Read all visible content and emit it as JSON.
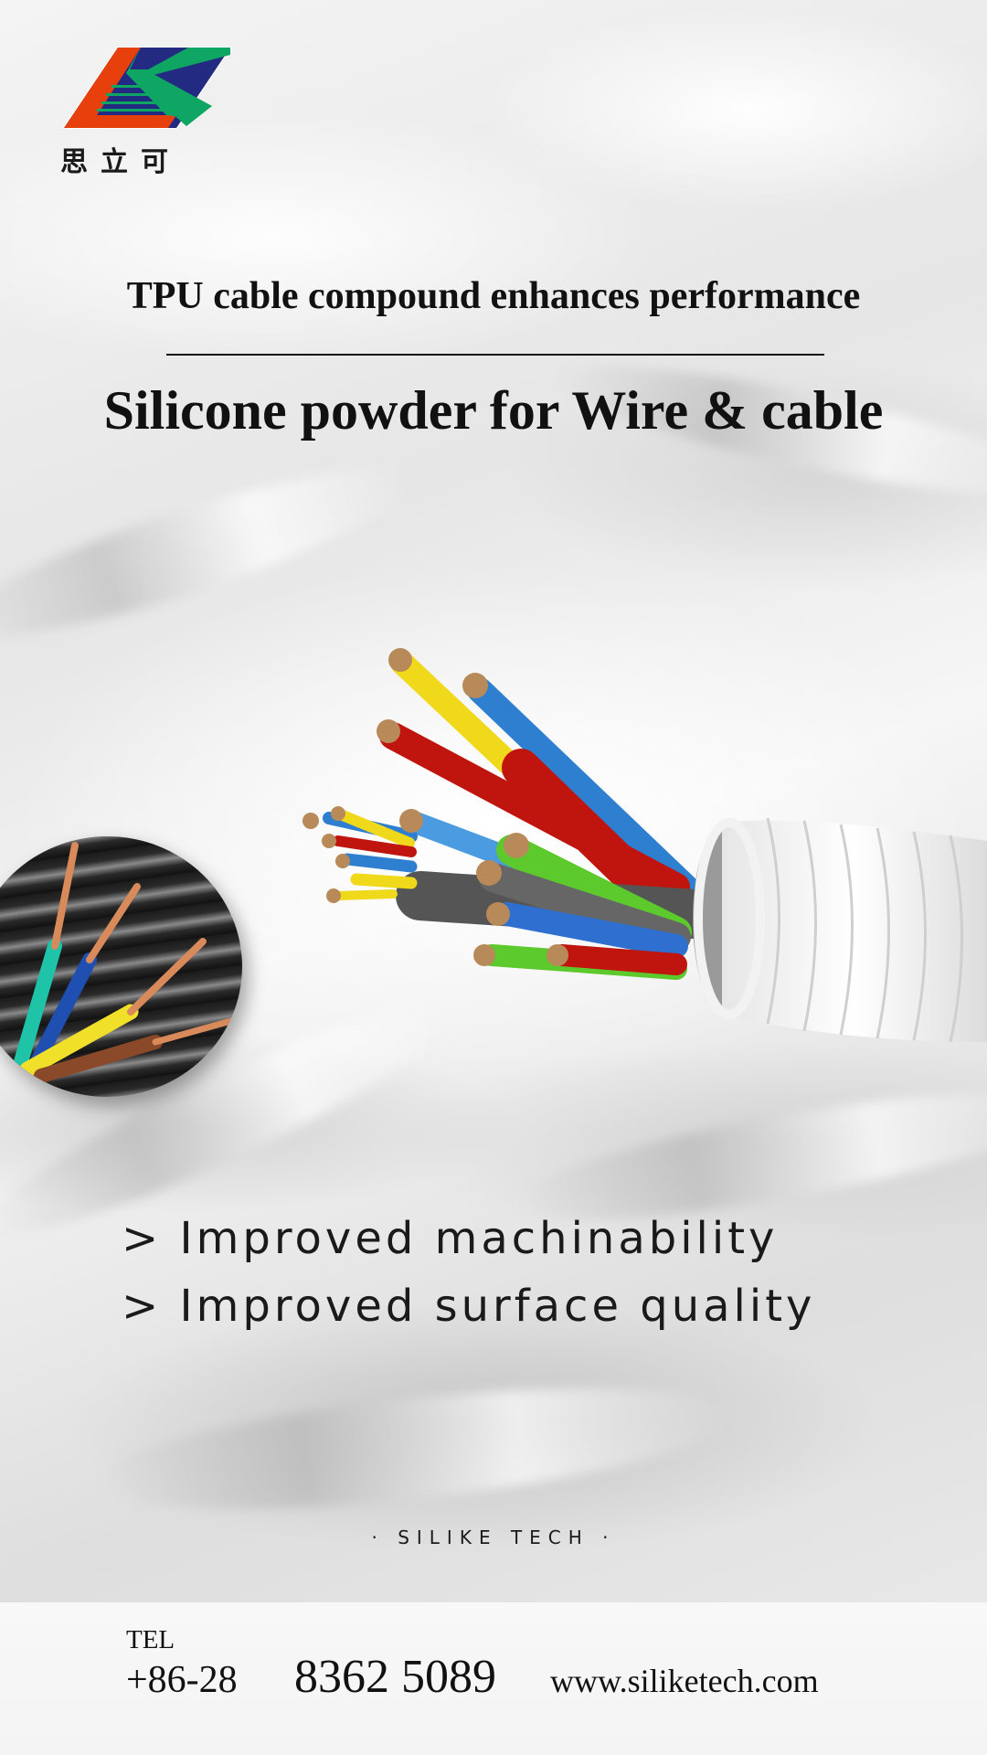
{
  "brand": {
    "logo_name_cn": "思立可",
    "logo_colors": {
      "red": "#e8400c",
      "blue": "#232a82",
      "green": "#0fa562"
    },
    "tagline": "· SILIKE TECH ·"
  },
  "header": {
    "subtitle": "TPU cable compound enhances performance",
    "title": "Silicone powder for Wire & cable"
  },
  "illustrations": {
    "main": "multi-core-cable-icon",
    "inset": "four-core-wire-icon",
    "cable_colors": [
      "#f0d81a",
      "#2f7fd0",
      "#c0140f",
      "#5cc92c",
      "#555555",
      "#b88a5a"
    ]
  },
  "features": [
    {
      "bullet": ">",
      "text": "Improved machinability"
    },
    {
      "bullet": ">",
      "text": "Improved surface quality"
    }
  ],
  "footer": {
    "tel_label": "TEL",
    "tel_code": "+86-28",
    "tel_number": "8362 5089",
    "website": "www.siliketech.com"
  }
}
